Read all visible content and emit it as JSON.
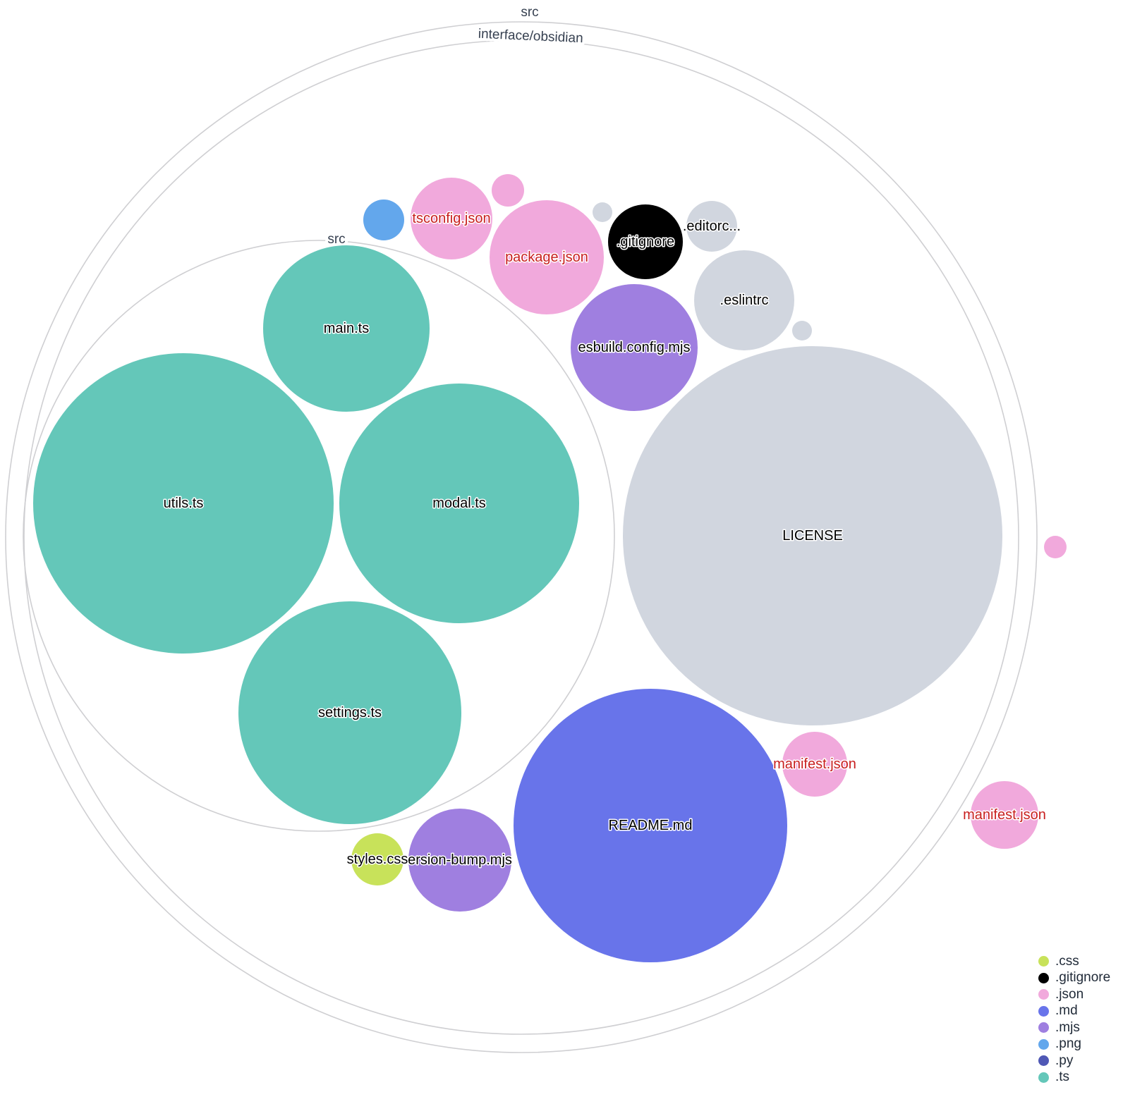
{
  "rings": [
    {
      "label": "src"
    },
    {
      "label": "interface/obsidian"
    },
    {
      "label": "src"
    }
  ],
  "files": [
    {
      "name": "utils.ts",
      "ext": ".ts",
      "label": "utils.ts",
      "highlight": false
    },
    {
      "name": "modal.ts",
      "ext": ".ts",
      "label": "modal.ts",
      "highlight": false
    },
    {
      "name": "main.ts",
      "ext": ".ts",
      "label": "main.ts",
      "highlight": false
    },
    {
      "name": "settings.ts",
      "ext": ".ts",
      "label": "settings.ts",
      "highlight": false
    },
    {
      "name": "LICENSE",
      "ext": "",
      "label": "LICENSE",
      "highlight": false
    },
    {
      "name": "README.md",
      "ext": ".md",
      "label": "README.md",
      "highlight": false
    },
    {
      "name": "esbuild.config.mjs",
      "ext": ".mjs",
      "label": "esbuild.config.mjs",
      "highlight": false
    },
    {
      "name": "version-bump.mjs",
      "ext": ".mjs",
      "label": "ersion-bump.mjs",
      "highlight": false
    },
    {
      "name": ".eslintrc",
      "ext": "",
      "label": ".eslintrc",
      "highlight": false
    },
    {
      "name": ".gitignore",
      "ext": ".gitignore",
      "label": ".gitignore",
      "highlight": false
    },
    {
      "name": ".editorconfig",
      "ext": "",
      "label": ".editorc...",
      "highlight": false
    },
    {
      "name": "package.json",
      "ext": ".json",
      "label": "package.json",
      "highlight": true
    },
    {
      "name": "tsconfig.json",
      "ext": ".json",
      "label": "tsconfig.json",
      "highlight": true
    },
    {
      "name": "manifest.json",
      "ext": ".json",
      "label": "manifest.json",
      "highlight": true
    },
    {
      "name": "styles.css",
      "ext": ".css",
      "label": "styles.css",
      "highlight": false
    },
    {
      "name": "png-file",
      "ext": ".png",
      "label": "",
      "highlight": false
    },
    {
      "name": "json-small-a",
      "ext": ".json",
      "label": "",
      "highlight": false
    },
    {
      "name": "small-a",
      "ext": "",
      "label": "",
      "highlight": false
    },
    {
      "name": "small-b",
      "ext": "",
      "label": "",
      "highlight": false
    },
    {
      "name": "manifest.json",
      "ext": ".json",
      "label": "manifest.json",
      "highlight": true
    },
    {
      "name": "json-small-b",
      "ext": ".json",
      "label": "",
      "highlight": false
    }
  ],
  "legend": [
    {
      "label": ".css",
      "color": "#c8e25a"
    },
    {
      "label": ".gitignore",
      "color": "#000000"
    },
    {
      "label": ".json",
      "color": "#f1a9dc"
    },
    {
      "label": ".md",
      "color": "#6874ea"
    },
    {
      "label": ".mjs",
      "color": "#9f7fe0"
    },
    {
      "label": ".png",
      "color": "#63a7ec"
    },
    {
      "label": ".py",
      "color": "#4f58b5"
    },
    {
      "label": ".ts",
      "color": "#64c7b9"
    }
  ],
  "colors": {
    "no_extension": "#d1d6df",
    "highlight_text": "#c81e1e"
  }
}
